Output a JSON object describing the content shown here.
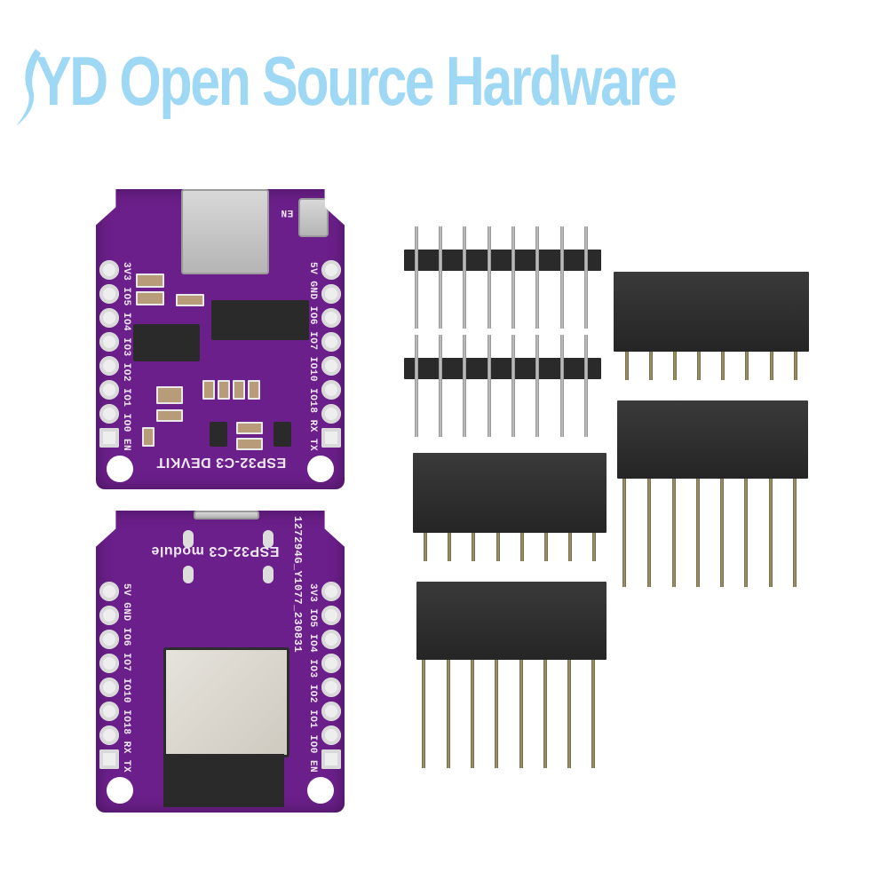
{
  "watermark": {
    "text": "YD Open Source Hardware",
    "color": "#9fd8f5"
  },
  "board_top": {
    "label": "ESP32-C3 DEVKIT",
    "button_label": "EN",
    "left_pins": [
      "3V3",
      "IO5",
      "IO4",
      "IO3",
      "IO2",
      "IO1",
      "IO0",
      "EN"
    ],
    "right_pins": [
      "5V",
      "GND",
      "IO6",
      "IO7",
      "IO10",
      "IO18",
      "RX",
      "TX"
    ],
    "pcb_color": "#6b1f8a"
  },
  "board_bottom": {
    "label": "ESP32-C3 module",
    "serial": "127294G_Y1077_230831",
    "left_pins": [
      "5V",
      "GND",
      "IO6",
      "IO7",
      "IO10",
      "IO18",
      "RX",
      "TX"
    ],
    "right_pins": [
      "3V3",
      "IO5",
      "IO4",
      "IO3",
      "IO2",
      "IO1",
      "IO0",
      "EN"
    ],
    "pcb_color": "#6b1f8a"
  },
  "headers": {
    "male": [
      {
        "pins": 8
      },
      {
        "pins": 8
      }
    ],
    "female_short": [
      {
        "pins": 8
      },
      {
        "pins": 8
      }
    ],
    "female_long": [
      {
        "pins": 8
      },
      {
        "pins": 8
      }
    ]
  }
}
